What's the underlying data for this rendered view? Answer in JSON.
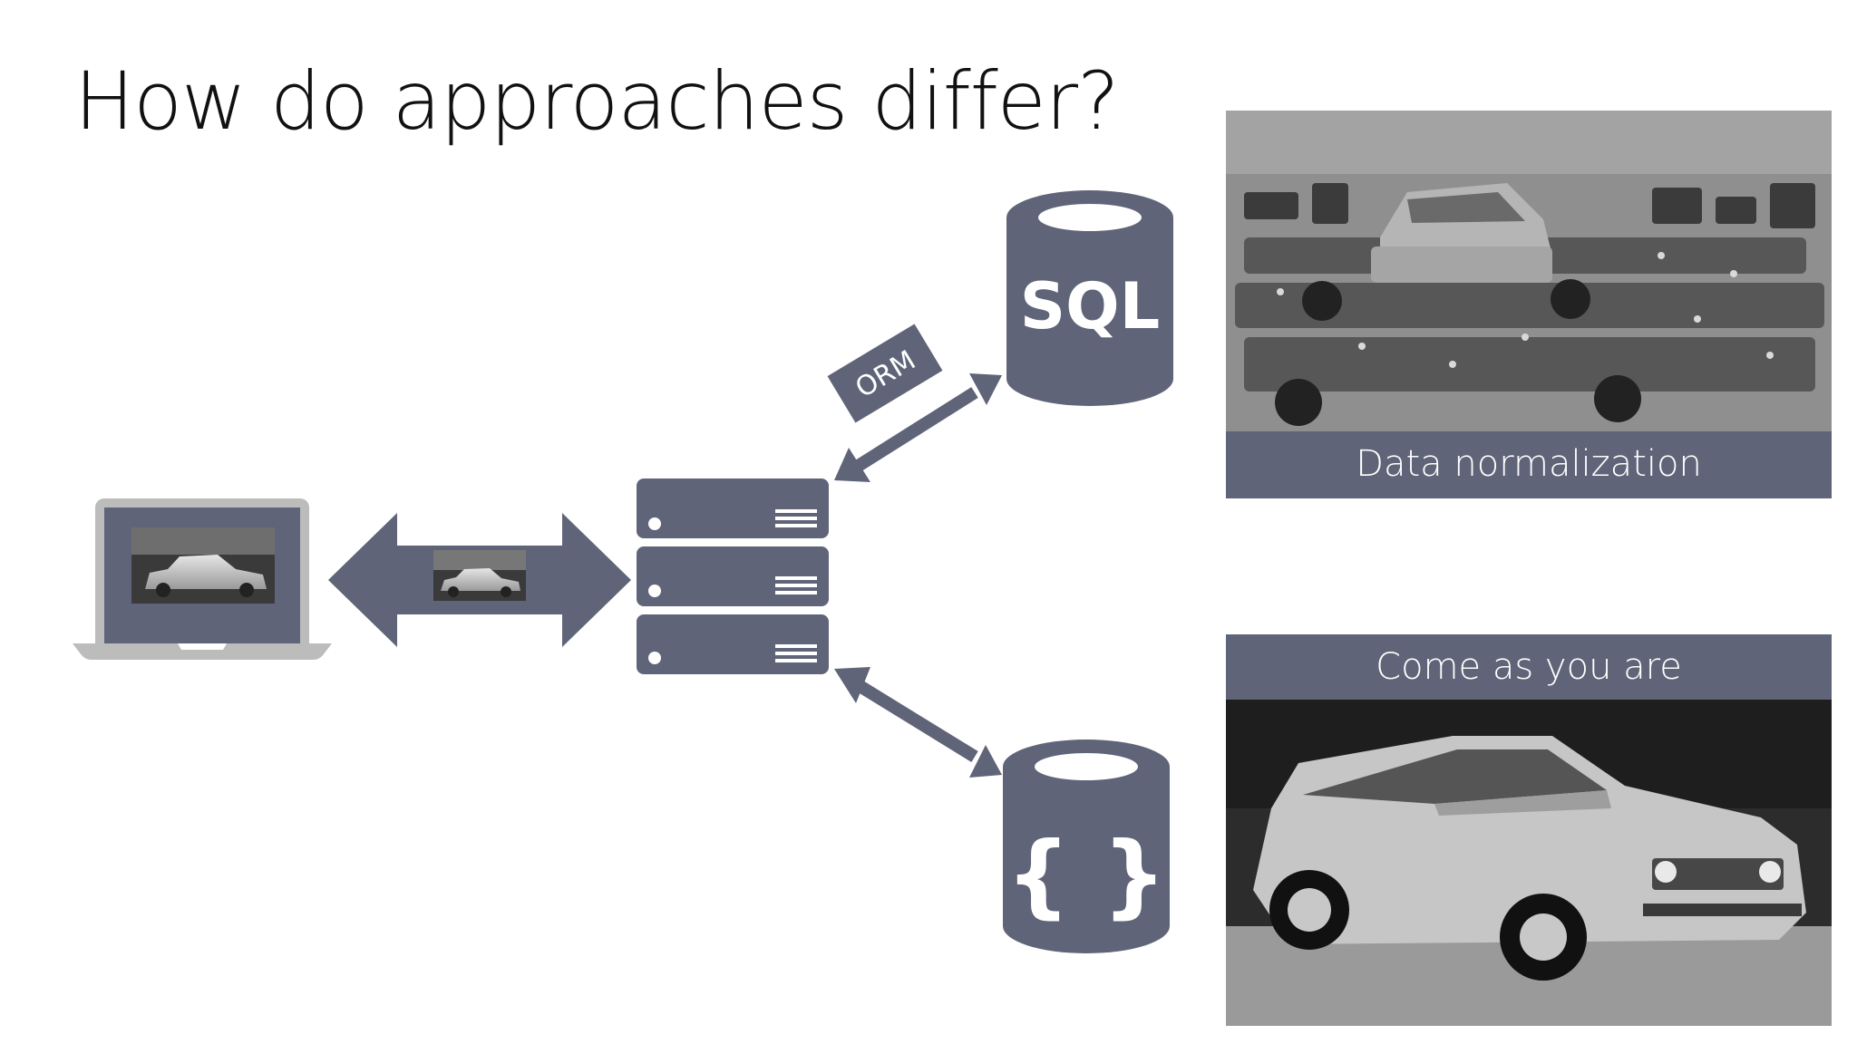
{
  "slide": {
    "title": "How do approaches differ?"
  },
  "diagram": {
    "sql_label": "SQL",
    "document_db_label": "{ }",
    "orm_label": "ORM",
    "accent_color": "#5f6478",
    "laptop_color": "#bcbcbc"
  },
  "panels": {
    "top_caption": "Data normalization",
    "bottom_caption": "Come as you are"
  }
}
